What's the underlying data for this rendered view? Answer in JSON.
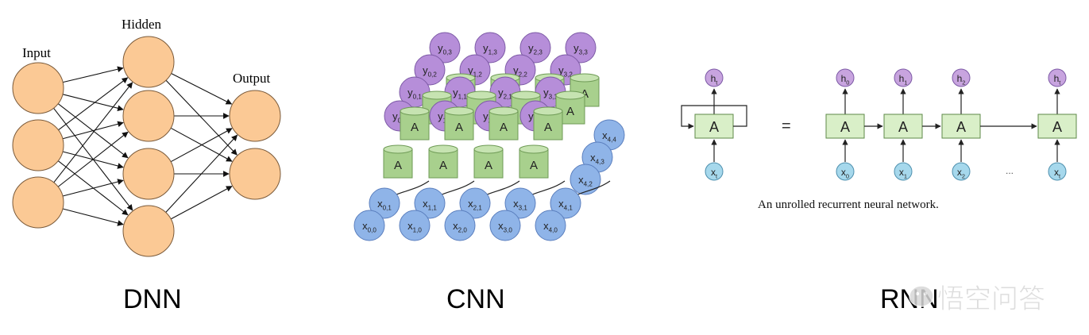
{
  "dnn": {
    "input_label": "Input",
    "hidden_label": "Hidden",
    "output_label": "Output",
    "caption": "DNN",
    "colors": {
      "node_fill": "#FBC995",
      "node_stroke": "#7A5A3A",
      "edge": "#111111"
    }
  },
  "cnn": {
    "caption": "CNN",
    "cell_label": "A",
    "inputs": {
      "row0": [
        "x0,0",
        "x1,0",
        "x2,0",
        "x3,0",
        "x4,0"
      ],
      "row1": [
        "x0,1",
        "x1,1",
        "x2,1",
        "x3,1",
        "x4,1"
      ],
      "right": [
        "x4,2",
        "x4,3",
        "x4,4"
      ]
    },
    "outputs": {
      "row0": [
        "y0,0",
        "y1,0",
        "y2,0",
        "y3,0"
      ],
      "row1": [
        "y0,1",
        "y1,1",
        "y2,1",
        "y3,1"
      ],
      "row2": [
        "y0,2",
        "y1,2",
        "y2,2",
        "y3,2"
      ],
      "row3": [
        "y0,3",
        "y1,3",
        "y2,3",
        "y3,3"
      ]
    },
    "colors": {
      "input_fill": "#8FB4E8",
      "output_fill": "#B68ED9",
      "cell_fill": "#A8D08D"
    }
  },
  "rnn": {
    "caption": "RNN",
    "rolled": {
      "output": "ht",
      "cell": "A",
      "input": "xt"
    },
    "equals": "=",
    "unrolled": [
      {
        "output": "h0",
        "cell": "A",
        "input": "x0"
      },
      {
        "output": "h1",
        "cell": "A",
        "input": "x1"
      },
      {
        "output": "h2",
        "cell": "A",
        "input": "x2"
      },
      {
        "output": "ht",
        "cell": "A",
        "input": "xt"
      }
    ],
    "ellipsis": "...",
    "subtitle": "An unrolled recurrent neural network.",
    "colors": {
      "input_fill": "#A6D8EC",
      "output_fill": "#C8A4DF",
      "cell_fill": "#D9EFC8"
    }
  },
  "watermark": {
    "text": "悟空问答"
  }
}
